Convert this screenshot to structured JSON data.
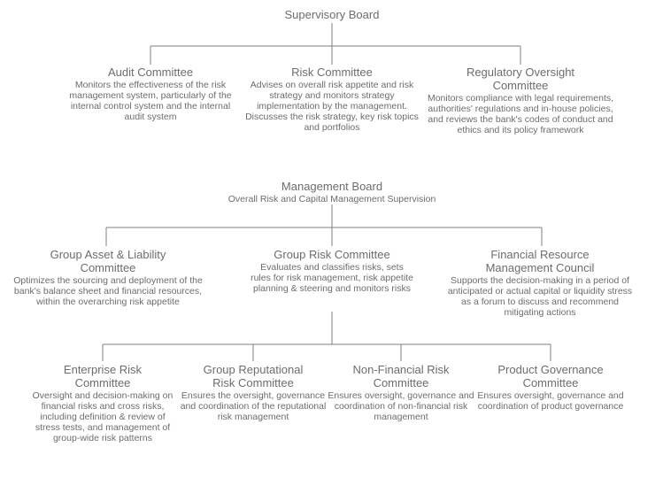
{
  "colors": {
    "background": "#ffffff",
    "text": "#6d6d6d",
    "line": "#7f7f7f"
  },
  "org": {
    "root": {
      "title": "Supervisory Board"
    },
    "supervisory_committees": [
      {
        "title": "Audit Committee",
        "description": "Monitors the effectiveness of the risk management system, particularly of the internal control system and the internal audit system"
      },
      {
        "title": "Risk Committee",
        "description": "Advises on overall risk appetite and risk strategy and monitors strategy implementation by the management. Discusses the risk strategy, key risk topics and portfolios"
      },
      {
        "title": "Regulatory Oversight Committee",
        "description": "Monitors compliance with legal requirements, authorities' regulations and in-house policies, and reviews the bank's codes of conduct and ethics and its policy framework"
      }
    ],
    "management_board": {
      "title": "Management Board",
      "subtitle": "Overall Risk and Capital Management Supervision"
    },
    "management_committees": [
      {
        "title": "Group Asset & Liability Committee",
        "description": "Optimizes the sourcing and deployment of the bank's balance sheet and financial resources, within the overarching risk appetite"
      },
      {
        "title": "Group Risk Committee",
        "description": "Evaluates and classifies risks, sets rules for risk management, risk appetite planning & steering and monitors risks"
      },
      {
        "title": "Financial Resource Management Council",
        "description": "Supports the decision-making in a period of anticipated or actual capital or liquidity stress as a forum to discuss and recommend mitigating actions"
      }
    ],
    "risk_subcommittees": [
      {
        "title": "Enterprise Risk Committee",
        "description": "Oversight and decision-making on financial risks and cross risks, including definition & review of stress tests, and management of group-wide risk patterns"
      },
      {
        "title": "Group Reputational Risk Committee",
        "description": "Ensures the oversight, governance and coordination of the reputational risk management"
      },
      {
        "title": "Non-Financial Risk Committee",
        "description": "Ensures oversight, governance and coordination of non-financial risk management"
      },
      {
        "title": "Product Governance Committee",
        "description": "Ensures oversight, governance and coordination of product governance"
      }
    ]
  }
}
